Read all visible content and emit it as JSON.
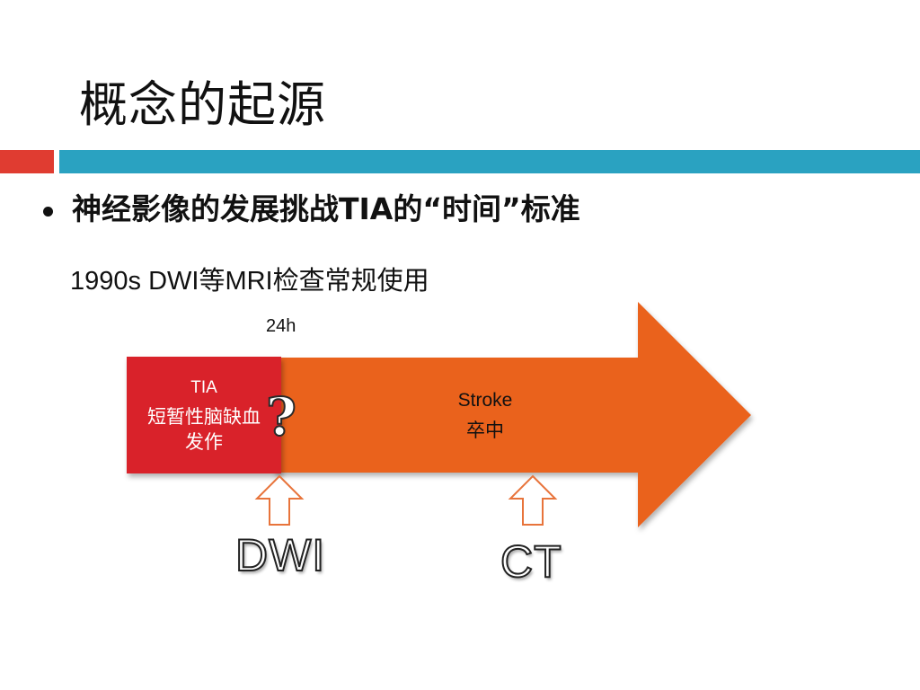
{
  "slide": {
    "title": "概念的起源",
    "bullet": "神经影像的发展挑战TIA的“时间”标准",
    "subline": "1990s DWI等MRI检查常规使用",
    "timepoint": "24h"
  },
  "diagram": {
    "tia_label_en": "TIA",
    "tia_label_cn": "短暂性脑缺血发作",
    "question_mark": "?",
    "stroke_label_en": "Stroke",
    "stroke_label_cn": "卒中",
    "marker_dwi": "DWI",
    "marker_ct": "CT"
  },
  "colors": {
    "accent_red": "#e03c31",
    "accent_blue": "#2aa2c1",
    "tia_box": "#d9202b",
    "arrow_orange": "#ea621f",
    "up_arrow_stroke": "#e8743b"
  }
}
